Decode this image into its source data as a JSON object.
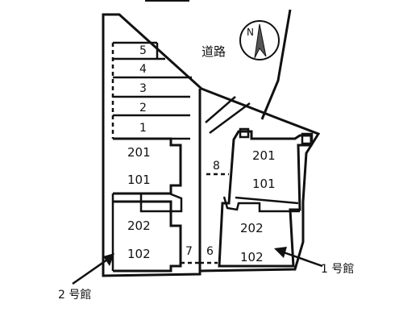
{
  "road_label": "道路",
  "compass_letter": "N",
  "parking": {
    "spaces": [
      "5",
      "4",
      "3",
      "2",
      "1"
    ],
    "extra": [
      "8",
      "7",
      "6"
    ]
  },
  "building_1": {
    "name": "1 号館",
    "units": [
      "201",
      "101",
      "202",
      "102"
    ]
  },
  "building_2": {
    "name": "2 号館",
    "units": [
      "201",
      "101",
      "202",
      "102"
    ]
  }
}
